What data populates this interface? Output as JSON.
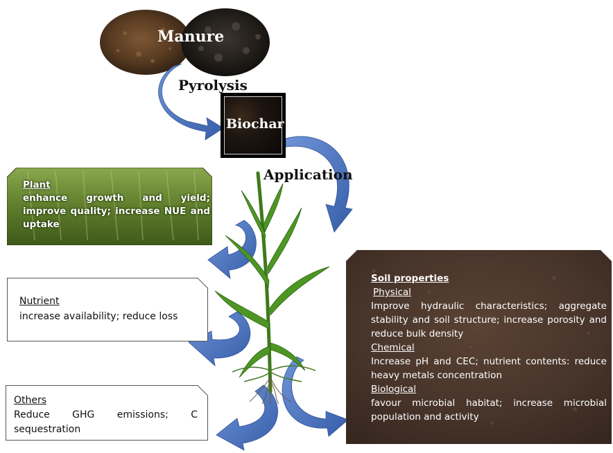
{
  "source": {
    "manure_label": "Manure",
    "process_label": "Pyrolysis"
  },
  "product": {
    "label": "Biochar",
    "step_label": "Application"
  },
  "plant": {
    "title": "Plant",
    "text": "enhance growth and yield; improve quality; increase NUE and uptake"
  },
  "nutrient": {
    "title": "Nutrient",
    "text": "increase availability; reduce loss"
  },
  "others": {
    "title": "Others",
    "text": "Reduce GHG emissions; C sequestration"
  },
  "soil": {
    "title": "Soil properties",
    "physical_title": "Physical",
    "physical_text": "Improve hydraulic characteristics; aggregate stability and soil structure; increase porosity and reduce bulk density",
    "chemical_title": "Chemical",
    "chemical_text": "Increase pH and CEC; nutrient contents: reduce heavy metals concentration",
    "biological_title": "Biological",
    "biological_text": "favour microbial habitat; increase microbial population and activity"
  },
  "colors": {
    "arrow": "#4a72c4",
    "arrow_dark": "#2f5299",
    "soil": "#4a362c",
    "plant_photo": "#5f7d2c",
    "manure_light": "#6b4a30",
    "manure_dark": "#1e1a16"
  }
}
